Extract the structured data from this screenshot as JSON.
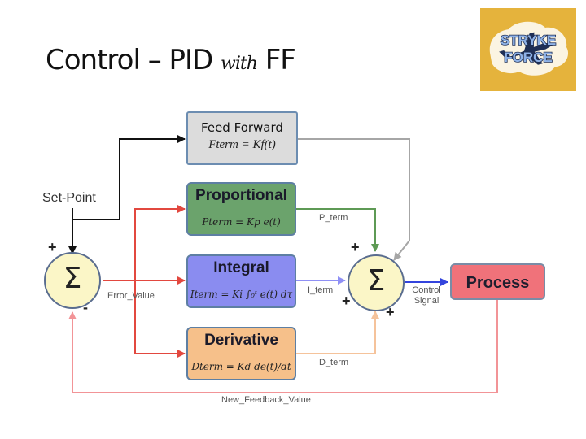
{
  "slide": {
    "title_prefix": "Control – PID ",
    "title_with": "with",
    "title_suffix": " FF"
  },
  "logo": {
    "line1": "STRYKE",
    "line2": "FORCE"
  },
  "blocks": {
    "feed_forward": {
      "title": "Feed Forward",
      "formula": "Fterm = Kf(t)"
    },
    "proportional": {
      "title": "Proportional",
      "formula": "Pterm = Kp e(t)"
    },
    "integral": {
      "title": "Integral",
      "formula": "Iterm = Ki ∫₀ᵗ e(t) dτ"
    },
    "derivative": {
      "title": "Derivative",
      "formula": "Dterm = Kd de(t)/dt"
    },
    "process": {
      "title": "Process"
    }
  },
  "summing_junction": {
    "symbol": "Σ"
  },
  "labels": {
    "set_point": "Set-Point",
    "error_value": "Error_Value",
    "p_term": "P_term",
    "i_term": "I_term",
    "d_term": "D_term",
    "control_signal": "Control Signal",
    "new_feedback_value": "New_Feedback_Value"
  },
  "signs": {
    "plus": "+",
    "minus": "-"
  },
  "colors": {
    "p_block": "#6ba36c",
    "i_block": "#8a8cf0",
    "d_block": "#f6c08a",
    "ff_block": "#dcdcdc",
    "process_block": "#f0727a",
    "sum_fill": "#fbf6c7",
    "logo_background": "#e5b33c"
  }
}
